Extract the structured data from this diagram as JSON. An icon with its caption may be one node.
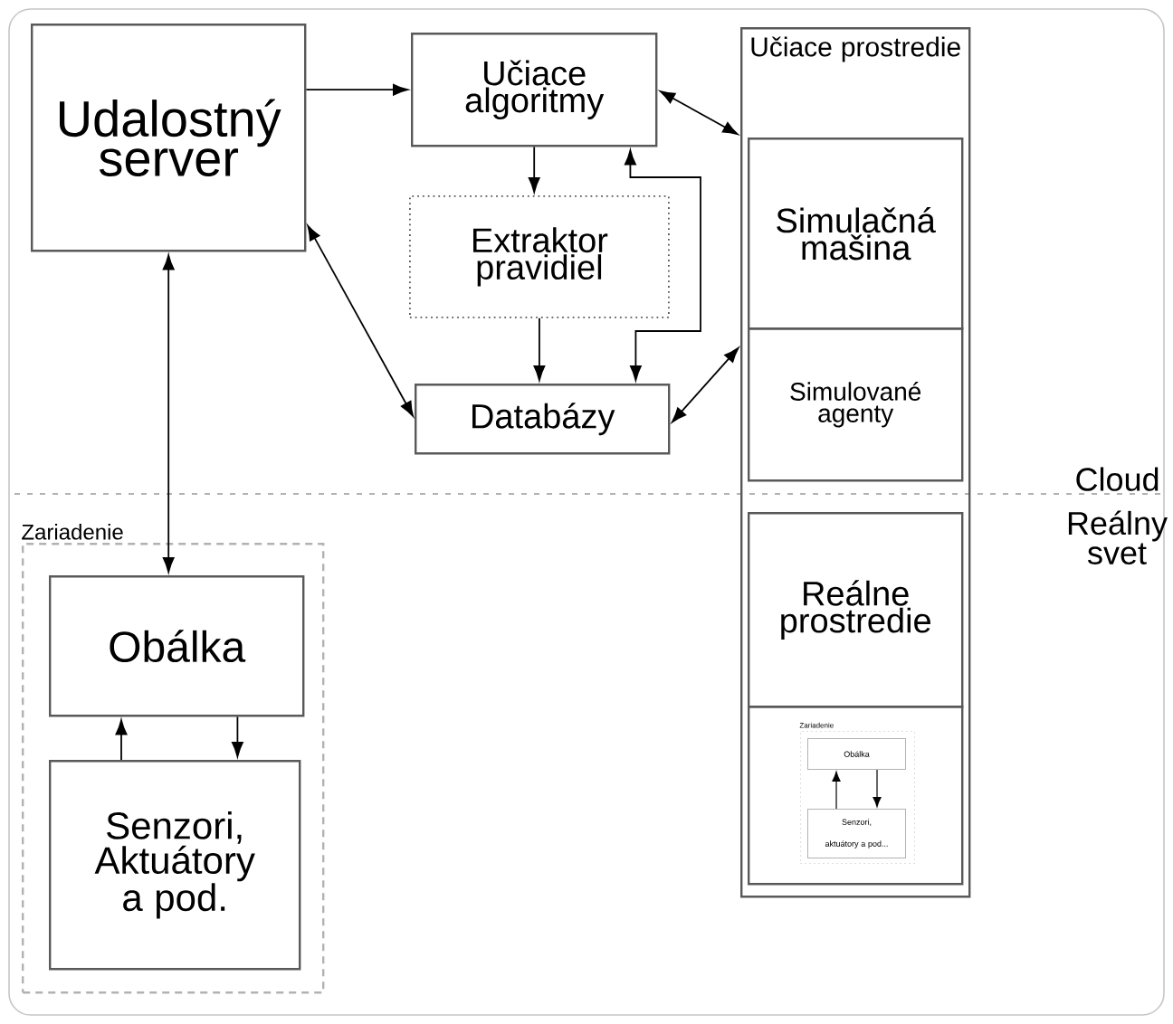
{
  "diagram": {
    "nodes": [
      {
        "text": [
          "Udalostný server"
        ]
      },
      {
        "text": [
          "Učiace algoritmy"
        ]
      },
      {
        "text": [
          "Extraktor pravidiel"
        ]
      },
      {
        "text": [
          "Databázy"
        ]
      },
      {
        "text": [
          "Učiace prostredie"
        ]
      },
      {
        "text": [
          "Simulačná mašina"
        ],
        "in": 4
      },
      {
        "text": [
          "Simulované agenty"
        ],
        "in": 4
      },
      {
        "text": [
          "Reálne prostredie"
        ],
        "in": 4
      },
      {
        "text": [],
        "shape": "box",
        "in": 4
      },
      {
        "text": [
          "Zariadenie"
        ],
        "in": 8
      },
      {
        "text": [
          "Obálka"
        ],
        "in": 9
      },
      {
        "text": [
          "Senzori, aktuátory a pod..."
        ],
        "in": 9
      },
      {
        "text": [
          "Zariadenie"
        ]
      },
      {
        "text": [
          "Obálka"
        ],
        "in": 12
      },
      {
        "text": [
          "Senzori, Aktuátory a pod."
        ],
        "in": 12
      }
    ],
    "edges": [
      {
        "from": 0,
        "to": 1,
        "arrow": "to"
      },
      {
        "from": 1,
        "to": 2,
        "arrow": "to"
      },
      {
        "from": 2,
        "to": 3,
        "arrow": "to"
      },
      {
        "from": 3,
        "to": 1,
        "arrow": "both"
      },
      {
        "from": 1,
        "to": 4,
        "arrow": "both"
      },
      {
        "from": 0,
        "to": 3,
        "arrow": "both"
      },
      {
        "from": 3,
        "to": 4,
        "arrow": "both"
      },
      {
        "from": 0,
        "to": 13,
        "arrow": "both"
      },
      {
        "from": 14,
        "to": 13,
        "arrow": "to"
      },
      {
        "from": 13,
        "to": 14,
        "arrow": "to"
      },
      {
        "from": 11,
        "to": 10,
        "arrow": "to"
      },
      {
        "from": 10,
        "to": 11,
        "arrow": "to"
      }
    ],
    "labels": [
      "Cloud",
      "Reálny svet"
    ]
  }
}
